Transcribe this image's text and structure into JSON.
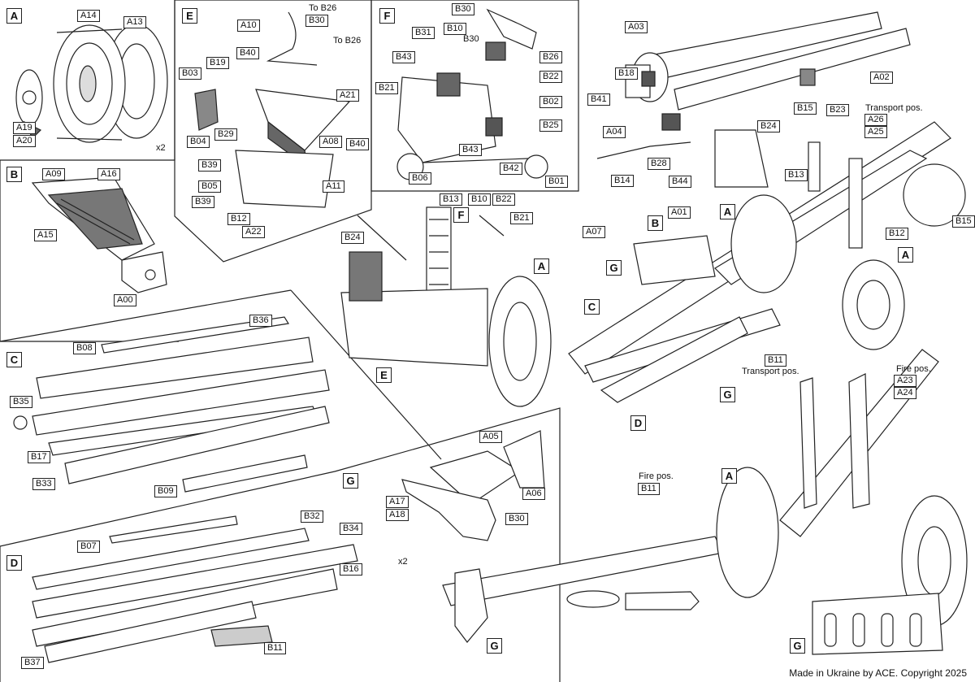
{
  "sections": {
    "A": {
      "letter": "A",
      "multiplier": "x2",
      "parts": [
        "A14",
        "A13",
        "A19",
        "A20"
      ]
    },
    "B": {
      "letter": "B",
      "parts": [
        "A09",
        "A16",
        "A15",
        "A00"
      ]
    },
    "C": {
      "letter": "C",
      "parts": [
        "B08",
        "B36",
        "B35",
        "B17",
        "B33",
        "B09"
      ]
    },
    "D": {
      "letter": "D",
      "parts": [
        "B07",
        "B32",
        "B34",
        "B16",
        "B37",
        "B11"
      ]
    },
    "E": {
      "letter": "E",
      "parts": [
        "A10",
        "B30",
        "B40",
        "B19",
        "B03",
        "A21",
        "B29",
        "B04",
        "A08",
        "B40",
        "B39",
        "B05",
        "B39",
        "A11",
        "B12",
        "A22"
      ],
      "to1": "To B26",
      "to2": "To B26"
    },
    "F": {
      "letter": "F",
      "parts": [
        "B30",
        "B31",
        "B10",
        "B30",
        "B43",
        "B26",
        "B22",
        "B21",
        "B02",
        "B25",
        "B43",
        "B42",
        "B06",
        "B01"
      ]
    },
    "G": {
      "letter": "G",
      "multiplier": "x2",
      "parts": [
        "A05",
        "A06",
        "A17",
        "A18",
        "B30"
      ]
    },
    "barrel": {
      "parts": [
        "A03",
        "A02",
        "B18",
        "B15",
        "B23",
        "B41",
        "A04",
        "B24",
        "B28",
        "B14",
        "B44"
      ]
    },
    "front": {
      "parts": [
        "B13",
        "B10",
        "B22",
        "B24",
        "B21"
      ],
      "markers": [
        "F",
        "A",
        "E"
      ]
    },
    "transport": {
      "parts": [
        "A26",
        "A25",
        "B13",
        "B15",
        "B12",
        "A01",
        "A07",
        "B11"
      ],
      "markers": [
        "B",
        "A",
        "A",
        "G",
        "C",
        "G",
        "D"
      ],
      "note_top": "Transport pos.",
      "note_bottom": "Transport pos."
    },
    "fire": {
      "parts": [
        "A23",
        "A24",
        "B11"
      ],
      "markers": [
        "A",
        "G",
        "G"
      ],
      "note_top": "Fire pos.",
      "note_mid": "Fire pos."
    }
  },
  "footer": "Made in Ukraine by ACE. Copyright 2025",
  "colors": {
    "line": "#222222",
    "part_fill": "#555555",
    "background": "#ffffff"
  }
}
